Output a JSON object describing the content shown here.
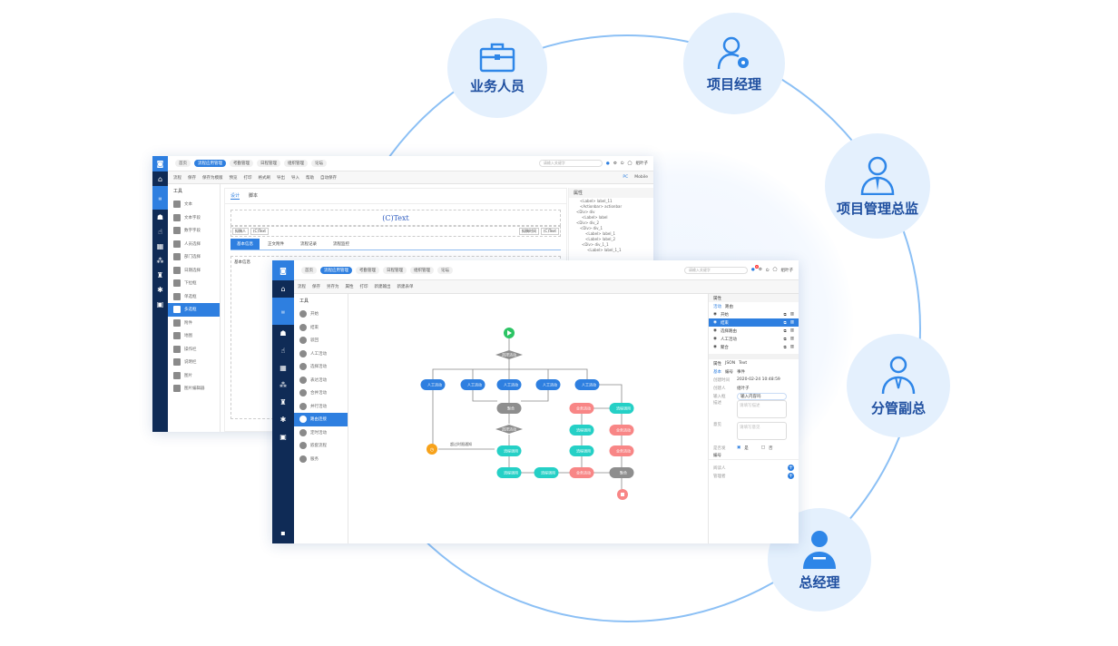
{
  "roles": [
    {
      "label": "业务人员",
      "icon": "briefcase-icon"
    },
    {
      "label": "项目经理",
      "icon": "person-gear-icon"
    },
    {
      "label": "项目管理总监",
      "icon": "person-tie-icon"
    },
    {
      "label": "分管副总",
      "icon": "person-tie-outline-icon"
    },
    {
      "label": "总经理",
      "icon": "person-solid-icon"
    }
  ],
  "colors": {
    "accent": "#2e7fe0",
    "nav": "#0f2b56",
    "ring": "#8cc0f5",
    "role_bg": "#e4f0fd",
    "teal": "#25d0c6",
    "pink": "#f88686",
    "grey": "#8e8e8e",
    "green": "#2cc464",
    "orange": "#f7a21a"
  },
  "back": {
    "tabs": [
      "首页",
      "流程应用管理",
      "考勤管理",
      "日程管理",
      "组织管理",
      "论坛"
    ],
    "search_placeholder": "请输入关键字",
    "user": "组叶子",
    "toolbar": [
      "流程",
      "保存",
      "保存为模版",
      "预览",
      "打印",
      "格式刷",
      "导出",
      "导入",
      "帮助",
      "自动保存"
    ],
    "device": [
      "PC",
      "Mobile"
    ],
    "tools_title": "工具",
    "tools": [
      "文本",
      "文本字段",
      "数字字段",
      "人员选择",
      "部门选择",
      "日期选择",
      "下拉框",
      "单选框",
      "多选框",
      "附件",
      "地图",
      "操作栏",
      "说明栏",
      "图片",
      "图片编辑器"
    ],
    "design_tabs": [
      "设计",
      "脚本"
    ],
    "form_title": "(C)Text",
    "form_left_label": "拟稿人",
    "form_left_value": "(C)Text",
    "form_right_label": "拟稿时间",
    "form_right_value": "(C)Text",
    "form_tabs": [
      "基本信息",
      "正文附件",
      "流程记录",
      "流程监控"
    ],
    "section": "基本信息",
    "attr_title": "属性",
    "tree": [
      "<Label> label_11",
      "<Actionbar> actionbar",
      "<Div> div",
      "<Label> label",
      "<Div> div_2",
      "<Div> div_1",
      "<Label> label_1",
      "<Label> label_2",
      "<Div> div_1_1",
      "<Label> label_1_1"
    ]
  },
  "front": {
    "tabs": [
      "首页",
      "流程应用管理",
      "考勤管理",
      "日程管理",
      "组织管理",
      "论坛"
    ],
    "search_placeholder": "请输入关键字",
    "user": "组叶子",
    "badge": "9",
    "toolbar": [
      "流程",
      "保存",
      "另存为",
      "属性",
      "打印",
      "新建输出",
      "新建表单"
    ],
    "tools_title": "工具",
    "tools": [
      "开始",
      "结束",
      "驳回",
      "人工活动",
      "选择活动",
      "表达活动",
      "合并活动",
      "并行活动",
      "路由连接",
      "定时活动",
      "嵌套流程",
      "服务"
    ],
    "active_tool": 8,
    "flow": {
      "start": "开始",
      "choice": "选择活动",
      "manual": "人工活动",
      "merge": "聚合",
      "call": "流程调用",
      "biz": "业务活动",
      "end": "结束",
      "timer_label": "超过时限通知"
    },
    "props": {
      "title": "属性",
      "tabs": [
        "活动",
        "路由"
      ],
      "items": [
        "开始",
        "结束",
        "选择路由",
        "人工活动",
        "聚合"
      ],
      "active_item": 1,
      "title2": "属性",
      "tabs2": [
        "属性",
        "JSON",
        "Text"
      ],
      "subtabs": [
        "基本",
        "编号",
        "事件"
      ],
      "created_label": "创建时间",
      "created_value": "2020-02-24 10:48:59",
      "creator_label": "创建人",
      "creator_value": "组叶子",
      "name_label": "输入框",
      "name_value": "输入内容吗",
      "desc_label": "描述",
      "desc_placeholder": "请填写描述",
      "remark_label": "意见",
      "remark_placeholder": "请填写意见",
      "radio_label": "是否发",
      "radio_yes": "是",
      "radio_no": "否",
      "section": "编号",
      "field1": "阅读人",
      "field2": "管理者"
    }
  }
}
